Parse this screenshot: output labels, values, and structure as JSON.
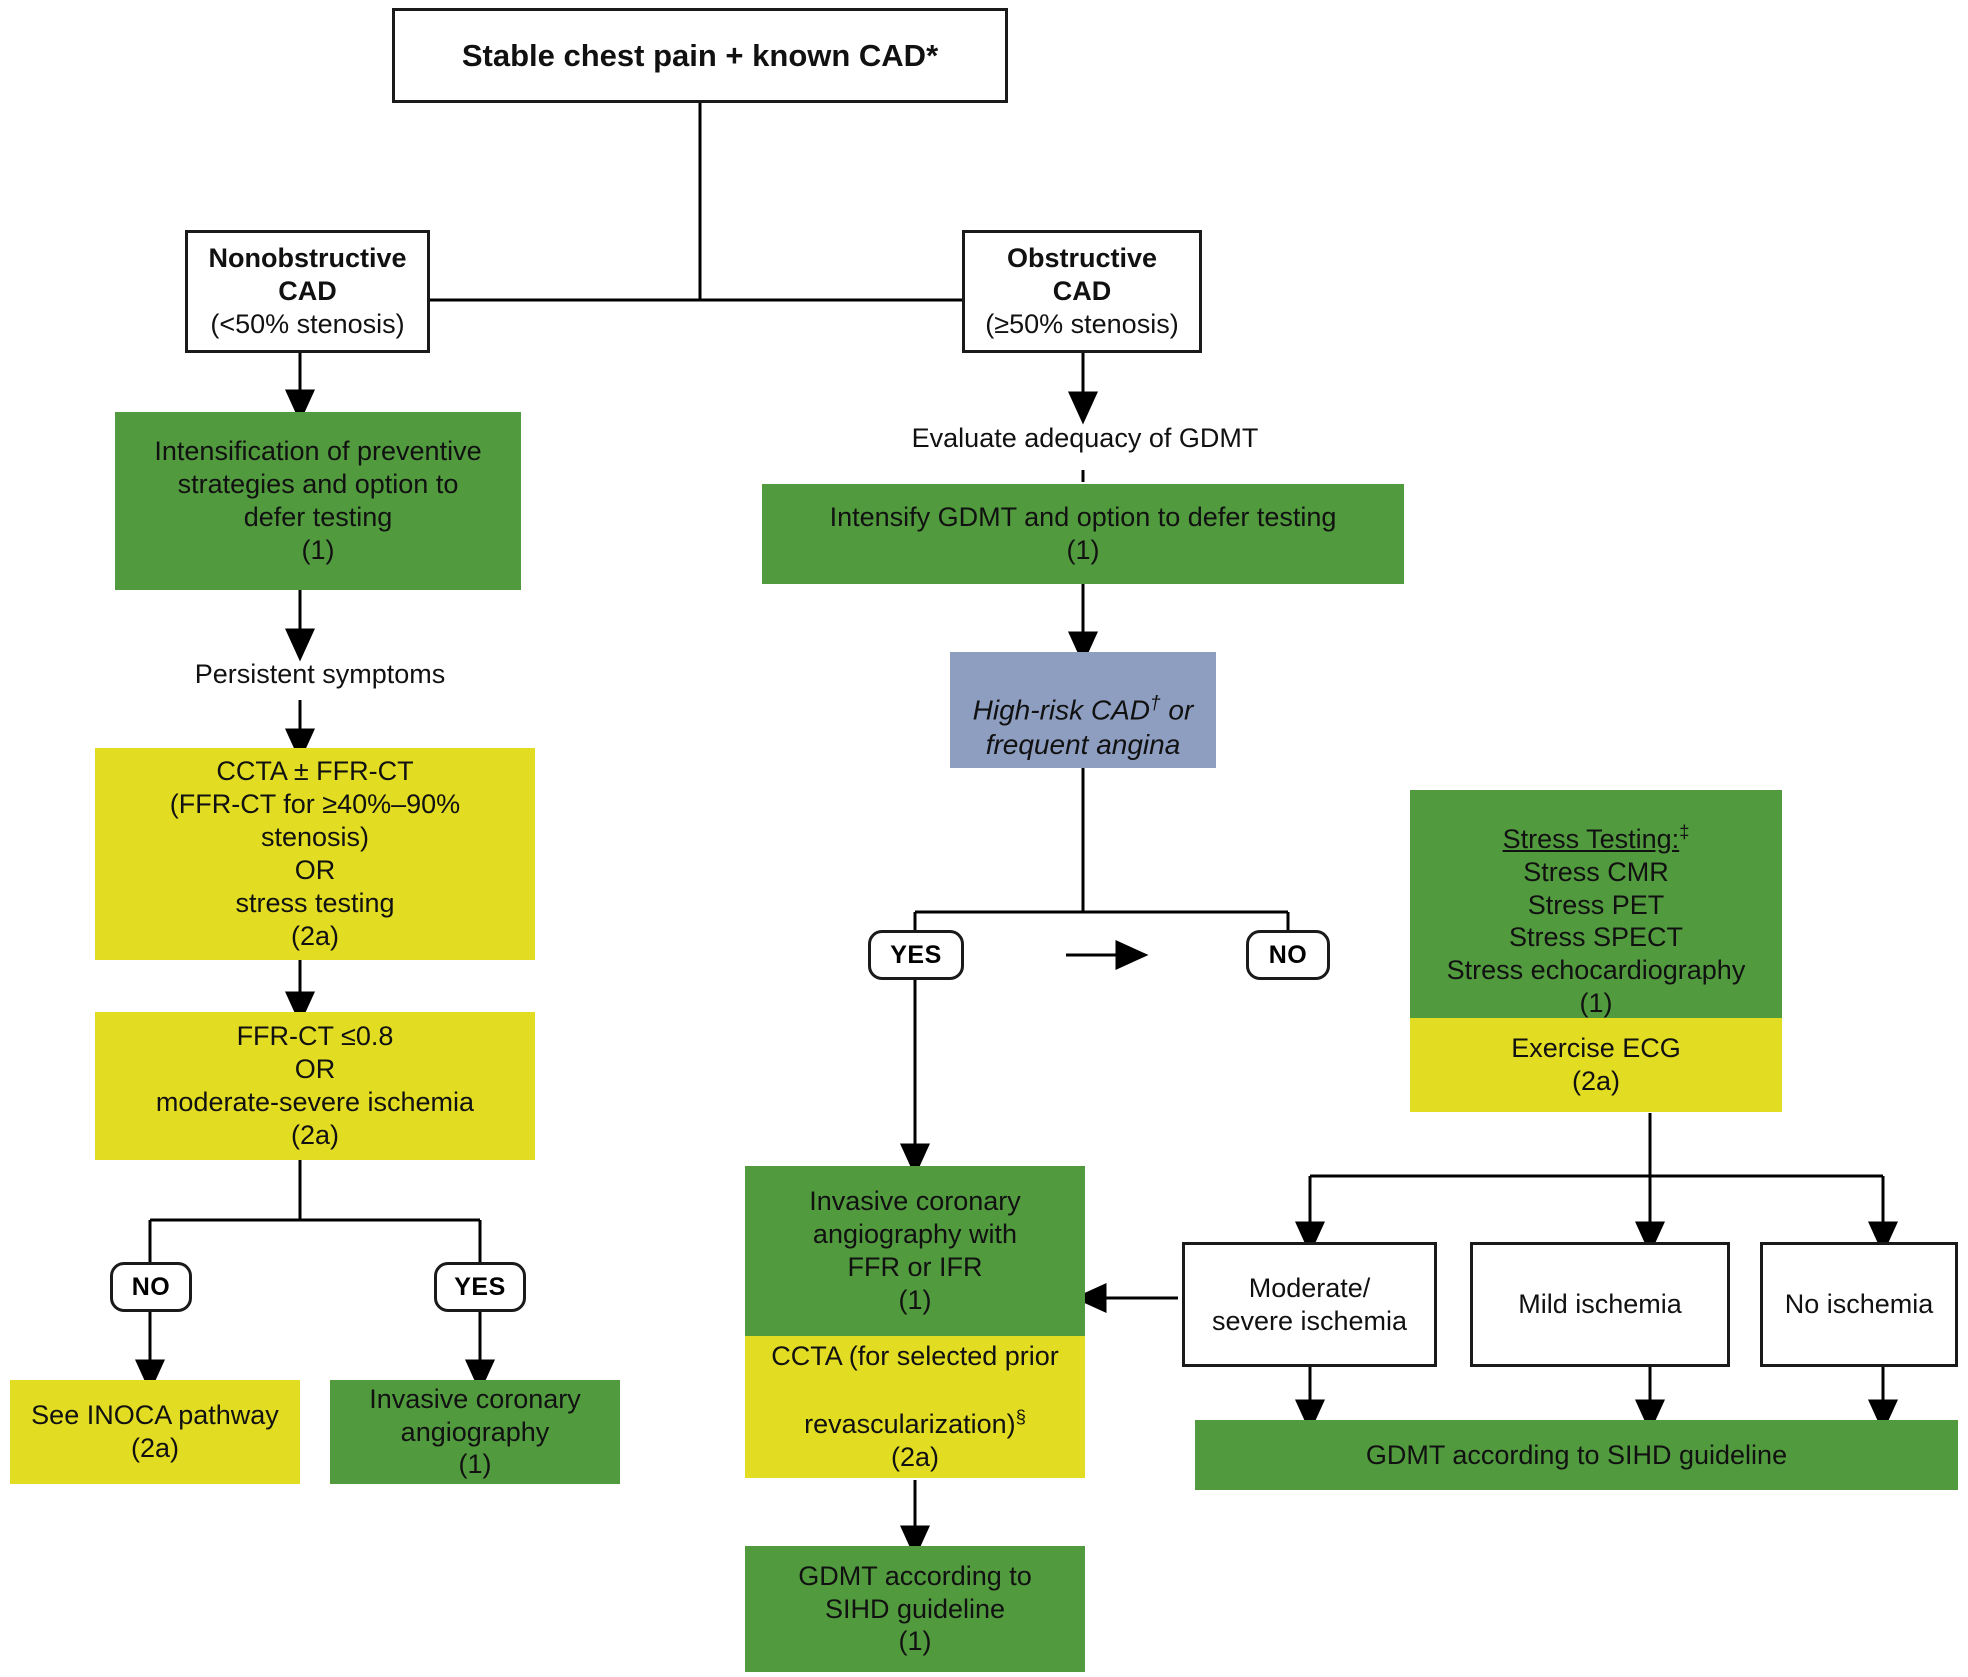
{
  "diagram": {
    "title": "Stable chest pain + known CAD algorithm",
    "colors": {
      "green": "#519A3E",
      "yellow": "#E2DC22",
      "blue": "#8D9EC0",
      "line": "#000000",
      "box_border": "#1a1a1a"
    }
  },
  "nodes": {
    "root": "Stable chest pain + known CAD*",
    "nonobstructive": "Nonobstructive\nCAD\n(<50% stenosis)",
    "nonobstructive_title": "Nonobstructive\nCAD",
    "nonobstructive_sub": "(<50% stenosis)",
    "obstructive_title": "Obstructive\nCAD",
    "obstructive_sub": "(≥50% stenosis)",
    "intensification": "Intensification of preventive\nstrategies and option to\ndefer testing\n(1)",
    "persistent_symptoms": "Persistent symptoms",
    "ccta_ffrct": "CCTA ± FFR-CT\n(FFR-CT for ≥40%–90%\nstenosis)\nOR\nstress testing\n(2a)",
    "ffrct_threshold": "FFR-CT ≤0.8\nOR\nmoderate-severe ischemia\n(2a)",
    "inoca": "See INOCA pathway\n(2a)",
    "invasive_left": "Invasive coronary\nangiography\n(1)",
    "evaluate_gdmt": "Evaluate adequacy of GDMT",
    "intensify_gdmt": "Intensify GDMT and option to defer testing\n(1)",
    "high_risk_line1": "High-risk CAD",
    "high_risk_line1_sup": "†",
    "high_risk_line1_tail": " or",
    "high_risk_line2": "frequent angina",
    "stress_testing_head": "Stress Testing:",
    "stress_testing_head_sup": "‡",
    "stress_testing_items": "Stress CMR\nStress PET\nStress SPECT\nStress echocardiography\n(1)",
    "exercise_ecg": "Exercise ECG\n(2a)",
    "invasive_ffr_ifr": "Invasive coronary\nangiography with\nFFR or IFR\n(1)",
    "ccta_prior_revasc_l1": "CCTA (for selected prior",
    "ccta_prior_revasc_l2": "revascularization)",
    "ccta_prior_revasc_l2_sup": "§",
    "ccta_prior_revasc_l3": "(2a)",
    "gdmt_sihd_center": "GDMT according to\nSIHD guideline\n(1)",
    "moderate_severe_ischemia": "Moderate/\nsevere ischemia",
    "mild_ischemia": "Mild ischemia",
    "no_ischemia": "No ischemia",
    "gdmt_sihd_right": "GDMT according to SIHD guideline"
  },
  "badges": {
    "no_left": "NO",
    "yes_left": "YES",
    "yes_center": "YES",
    "no_center": "NO"
  }
}
